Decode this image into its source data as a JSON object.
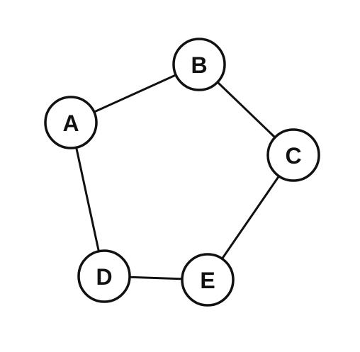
{
  "graph": {
    "nodes": [
      {
        "id": "A",
        "label": "A"
      },
      {
        "id": "B",
        "label": "B"
      },
      {
        "id": "C",
        "label": "C"
      },
      {
        "id": "D",
        "label": "D"
      },
      {
        "id": "E",
        "label": "E"
      }
    ],
    "edges": [
      {
        "from": "A",
        "to": "B"
      },
      {
        "from": "B",
        "to": "C"
      },
      {
        "from": "C",
        "to": "E"
      },
      {
        "from": "E",
        "to": "D"
      },
      {
        "from": "D",
        "to": "A"
      }
    ],
    "colors": {
      "stroke": "#111111",
      "fill": "#ffffff",
      "background": "#ffffff"
    }
  }
}
